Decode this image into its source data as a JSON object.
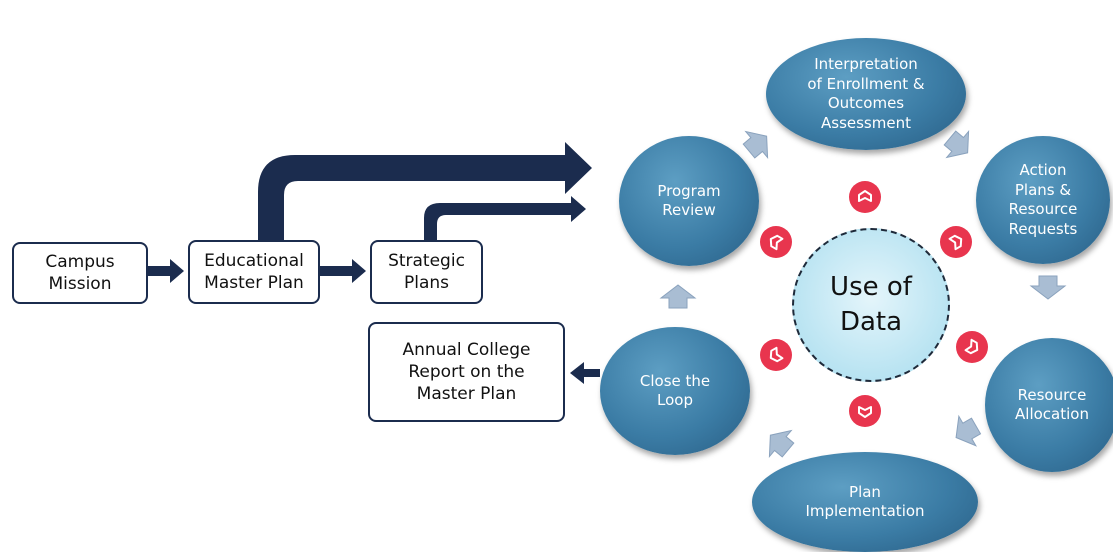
{
  "left_flow": {
    "campus_mission": "Campus\nMission",
    "educational_master_plan": "Educational\nMaster Plan",
    "strategic_plans": "Strategic\nPlans",
    "annual_report": "Annual College\nReport on the\nMaster Plan"
  },
  "cycle": {
    "center": "Use of\nData",
    "nodes": {
      "interpretation": "Interpretation\nof Enrollment &\nOutcomes\nAssessment",
      "action_plans": "Action\nPlans &\nResource\nRequests",
      "resource_allocation": "Resource\nAllocation",
      "plan_implementation": "Plan\nImplementation",
      "close_the_loop": "Close the\nLoop",
      "program_review": "Program\nReview"
    }
  },
  "colors": {
    "navy_arrow": "#1b2c4e",
    "node_blue": "#3b7ca5",
    "center_fill": "#bfe6f3",
    "connector_red": "#e8354e",
    "cycle_arrow": "#a9bdd3"
  }
}
